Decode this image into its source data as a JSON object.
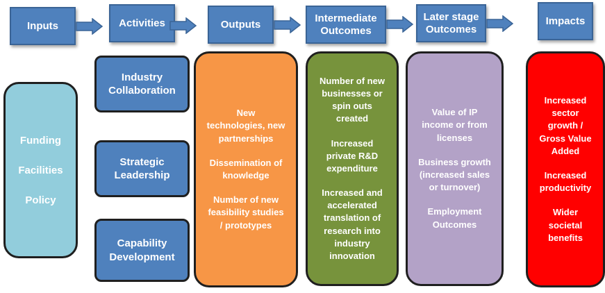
{
  "headers": {
    "inputs": "Inputs",
    "activities": "Activities",
    "outputs": "Outputs",
    "intermediate": [
      "Intermediate",
      "Outcomes"
    ],
    "later": [
      "Later stage",
      "Outcomes"
    ],
    "impacts": "Impacts"
  },
  "inputs": {
    "items": [
      "Funding",
      "Facilities",
      "Policy"
    ],
    "color": "#92cddc"
  },
  "activities": {
    "items": [
      [
        "Industry",
        "Collaboration"
      ],
      [
        "Strategic",
        "Leadership"
      ],
      [
        "Capability",
        "Development"
      ]
    ],
    "color": "#4f81bd"
  },
  "outputs": {
    "items": [
      "New\ntechnologies, new\npartnerships",
      "Dissemination of\nknowledge",
      "Number of new\nfeasibility studies\n/ prototypes"
    ],
    "color": "#f79646"
  },
  "intermediate": {
    "items": [
      "Number of new\nbusinesses or\nspin outs\ncreated",
      "Increased\nprivate R&D\nexpenditure",
      "Increased and\naccelerated\ntranslation of\nresearch into\nindustry\ninnovation"
    ],
    "color": "#77933c"
  },
  "later": {
    "items": [
      "Value of IP\nincome or from\nlicenses",
      "Business growth\n(increased sales\nor turnover)",
      "Employment\nOutcomes"
    ],
    "color": "#b3a2c7"
  },
  "impacts": {
    "items": [
      "Increased\nsector\ngrowth /\nGross Value\nAdded",
      "Increased\nproductivity",
      "Wider\nsocietal\nbenefits"
    ],
    "color": "#ff0000"
  },
  "colors": {
    "header": "#4f81bd",
    "outline": "#1f1f1f"
  }
}
